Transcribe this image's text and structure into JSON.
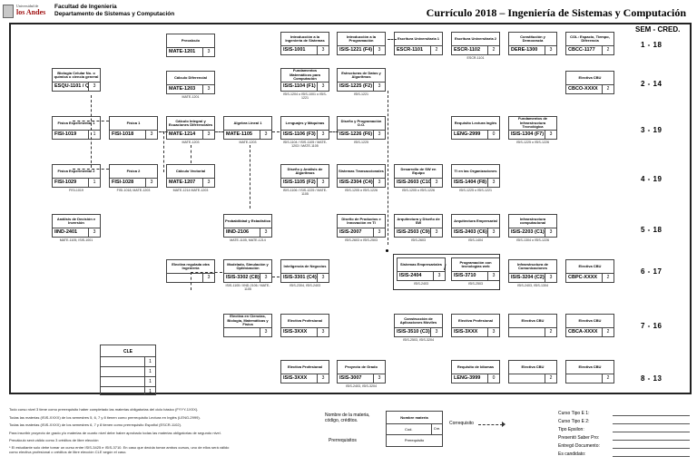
{
  "header": {
    "uni_small": "Universidad de",
    "uni_name": "los Andes",
    "faculty": "Facultad de Ingeniería",
    "department": "Departamento de Sistemas y Computación",
    "title": "Currículo 2018 – Ingeniería de Sistemas y Computación"
  },
  "sem_header": "SEM - CRED.",
  "semesters": [
    {
      "label": "1  -  18"
    },
    {
      "label": "2  -  14"
    },
    {
      "label": "3  -  19"
    },
    {
      "label": "4  -  19"
    },
    {
      "label": "5  -  18"
    },
    {
      "label": "6  -  17"
    },
    {
      "label": "7  -  16"
    },
    {
      "label": "8  -  13"
    }
  ],
  "courses": [
    {
      "name": "Precalculo",
      "code": "MATE-1201",
      "cred": "3",
      "pre": ""
    },
    {
      "name": "Introducción a la Ingeniería de Sistemas",
      "code": "ISIS-1001",
      "cred": "3",
      "pre": ""
    },
    {
      "name": "Introducción a la Programación",
      "code": "ISIS-1221 (F4)",
      "cred": "3",
      "pre": ""
    },
    {
      "name": "Escritura Universitaria 1",
      "code": "ESCR-1101",
      "cred": "2",
      "pre": ""
    },
    {
      "name": "Escritura Universitaria 2",
      "code": "ESCR-1102",
      "cred": "2",
      "pre": "ESCR-1101"
    },
    {
      "name": "Constitución y Democracia",
      "code": "DERE-1300",
      "cred": "3",
      "pre": ""
    },
    {
      "name": "COL: Espacio, Tiempo, Diferencia",
      "code": "CBCC-1177",
      "cred": "2",
      "pre": ""
    },
    {
      "name": "Biología Celular No. o química o ciencia general",
      "code": "ESQU-1101 / QUIM-1101",
      "cred": "3",
      "pre": ""
    },
    {
      "name": "Cálculo Diferencial",
      "code": "MATE-1203",
      "cred": "3",
      "pre": "MATE-1201"
    },
    {
      "name": "Fundamentos Matemáticos para Computación",
      "code": "ISIS-1104 (F1)",
      "cred": "3",
      "pre": "ISIS-1204 o ISIS-1001 o ISIS-1221"
    },
    {
      "name": "Estructuras de Datos y Algoritmos",
      "code": "ISIS-1225 (F2)",
      "cred": "3",
      "pre": "ISIS-1221"
    },
    {
      "name": "Electiva CBU",
      "code": "CBCO-XXXX",
      "cred": "2",
      "pre": ""
    },
    {
      "name": "Física Experimental 1",
      "code": "FISI-1019",
      "cred": "1",
      "pre": ""
    },
    {
      "name": "Física 1",
      "code": "FISI-1018",
      "cred": "3",
      "pre": ""
    },
    {
      "name": "Cálculo Integral y Ecuaciones Diferenciales",
      "code": "MATE-1214",
      "cred": "3",
      "pre": "MATE-1203"
    },
    {
      "name": "Algebra Lineal 1",
      "code": "MATE-1105",
      "cred": "3",
      "pre": "MATE-1203"
    },
    {
      "name": "Lenguajes y Máquinas",
      "code": "ISIS-1106 (F3)",
      "cred": "3",
      "pre": "ISIS-1104 / ISIS-1105 / MATE-1203 / MATE-1105"
    },
    {
      "name": "Diseño y Programación O.O.",
      "code": "ISIS-1226 (F6)",
      "cred": "3",
      "pre": "ISIS-1225"
    },
    {
      "name": "Requisito Lectura Inglés",
      "code": "LENG-2999",
      "cred": "0",
      "pre": ""
    },
    {
      "name": "Fundamentos de Infraestructura Tecnológica",
      "code": "ISIS-1304 (F7)",
      "cred": "3",
      "pre": "ISIS-1225 o ISIS-1226"
    },
    {
      "name": "Física Experimental 2",
      "code": "FISI-1029",
      "cred": "1",
      "pre": "FISI-1019"
    },
    {
      "name": "Física 2",
      "code": "FISI-1028",
      "cred": "3",
      "pre": "FISI-1018, MATE-1203"
    },
    {
      "name": "Cálculo Vectorial",
      "code": "MATE-1207",
      "cred": "3",
      "pre": "MATE-1214 MATE-1203"
    },
    {
      "name": "Diseño y Análisis de Algoritmos",
      "code": "ISIS-1105 (F2)",
      "cred": "3",
      "pre": "ISIS-1106 / ISIS-1225 / MATE-1105"
    },
    {
      "name": "Sistemas Transaccionales",
      "code": "ISIS-2304 (C4)",
      "cred": "3",
      "pre": "ISIS-1205 o ISIS-1226"
    },
    {
      "name": "Desarrollo de SW en Equipo",
      "code": "ISIS-2603 (C10)",
      "cred": "3",
      "pre": "ISIS-1205 o ISIS-1226"
    },
    {
      "name": "TI en las Organizaciones",
      "code": "ISIS-1404 (F8)",
      "cred": "3",
      "pre": "ISIS-1225 o ISIS-1221"
    },
    {
      "name": "Análisis de Decisión e Inversión",
      "code": "IIND-2401",
      "cred": "3",
      "pre": "MATE-1105, ISIS-1001"
    },
    {
      "name": "Probabilidad y Estadística",
      "code": "IIND-2106",
      "cred": "3",
      "pre": "MATE-1105, MATE-1214"
    },
    {
      "name": "Diseño de Productos e Innovación en TI",
      "code": "ISIS-2007",
      "cred": "3",
      "pre": "ISIS-2603 o ISIS-2503"
    },
    {
      "name": "Arquitectura y Diseño de SW",
      "code": "ISIS-2503 (C9)",
      "cred": "3",
      "pre": "ISIS-2603"
    },
    {
      "name": "Arquitectura Empresarial",
      "code": "ISIS-2403 (C6)",
      "cred": "3",
      "pre": "ISIS-1404"
    },
    {
      "name": "Infraestructura computacional",
      "code": "ISIS-2203 (C1)",
      "cred": "3",
      "pre": "ISIS-1304 o ISIS-1226"
    },
    {
      "name": "Electiva regulada otra Ingeniería",
      "code": "",
      "cred": "3",
      "pre": ""
    },
    {
      "name": "Modelado, Simulación y Optimización",
      "code": "ISIS-3302 (C8)",
      "cred": "3",
      "pre": "ISIS-1105 / IIND-2106 / MATE-1105"
    },
    {
      "name": "Inteligencia de Negocios",
      "code": "ISIS-3301 (C4)",
      "cred": "3",
      "pre": "ISIS-2304, ISIS-2403"
    },
    {
      "name": "Sistemas Empresariales",
      "code": "ISIS-2404",
      "cred": "3",
      "pre": "ISIS-2403"
    },
    {
      "name": "Programación con tecnologías web",
      "code": "ISIS-3710",
      "cred": "3",
      "pre": "ISIS-2503"
    },
    {
      "name": "Infraestructura de Comunicaciones",
      "code": "ISIS-3204 (C2)",
      "cred": "3",
      "pre": "ISIS-2403, ISIS-1304"
    },
    {
      "name": "Electiva CBU",
      "code": "CBPC-XXXX",
      "cred": "2",
      "pre": ""
    },
    {
      "name": "Electiva en Ciencias, Biología, Matemáticas y Física",
      "code": "",
      "cred": "3",
      "pre": ""
    },
    {
      "name": "Electiva Profesional",
      "code": "ISIS-3XXX",
      "cred": "3",
      "pre": ""
    },
    {
      "name": "Construcción de Aplicaciones Móviles",
      "code": "ISIS-3510 (C3)",
      "cred": "3",
      "pre": "ISIS-2503, ISIS-3204"
    },
    {
      "name": "Electiva Profesional",
      "code": "ISIS-3XXX",
      "cred": "3",
      "pre": ""
    },
    {
      "name": "Electiva CBU",
      "code": "",
      "cred": "2",
      "pre": ""
    },
    {
      "name": "Electiva CBU",
      "code": "CBCA-XXXX",
      "cred": "2",
      "pre": ""
    },
    {
      "name": "Electiva Profesional",
      "code": "ISIS-3XXX",
      "cred": "3",
      "pre": ""
    },
    {
      "name": "Proyecto de Grado",
      "code": "ISIS-3007",
      "cred": "3",
      "pre": "ISIS-2403, ISIS-3204"
    },
    {
      "name": "Requisito de Idiomas",
      "code": "LENG-3999",
      "cred": "0",
      "pre": ""
    },
    {
      "name": "Electiva CBU",
      "code": "",
      "cred": "2",
      "pre": ""
    },
    {
      "name": "Electiva CBU",
      "code": "",
      "cred": "2",
      "pre": ""
    }
  ],
  "cle": {
    "title": "CLE",
    "rows": [
      "1",
      "1",
      "1",
      "1"
    ]
  },
  "notes": [
    "Todo curso nivel 3 tiene como prerrequisito haber completado las materias obligatorias del ciclo básico (FYYY-1XXX).",
    "Todas las materias (ISIS-XXXX) de los semestres 5, 6, 7 y 8 tienen como prerrequisito Lectura en Inglés (LENG-2999).",
    "Todas las materias (ISIS-XXXX) de los semestres 6, 7 y 8 tienen como prerrequisito Español (ESCR-1102).",
    "Para inscribir proyecto de grado y/o materias de cuarto nivel debe haber aprobado todas las materias obligatorias de segundo nivel.",
    "Precálculo será válido como 3 créditos de libre elección",
    "* El estudiante solo debe tomar un curso entre ISIS-3425 e ISIS-3710. En caso que decida tomar ambos cursos, uno de ellos será válido",
    "como electiva profesional o créditos de libre elección CLE según el caso."
  ],
  "legend": {
    "name_label": "Nombre de la materia, código, créditos.",
    "prereq_label": "Prerrequisitos",
    "box_name": "Nombre materia",
    "box_code": "Cod.",
    "box_cred": "Cre.",
    "box_pre": "Prerequisito",
    "coreq_label": "Correquisito"
  },
  "fields": [
    {
      "label": "Curso Tipo E 1:"
    },
    {
      "label": "Curso Tipo E 2:"
    },
    {
      "label": "Tipo Epsilon:"
    },
    {
      "label": "Presentó Saber Pro:"
    },
    {
      "label": "Entregó Documento:"
    },
    {
      "label": "Es candidato:"
    }
  ]
}
